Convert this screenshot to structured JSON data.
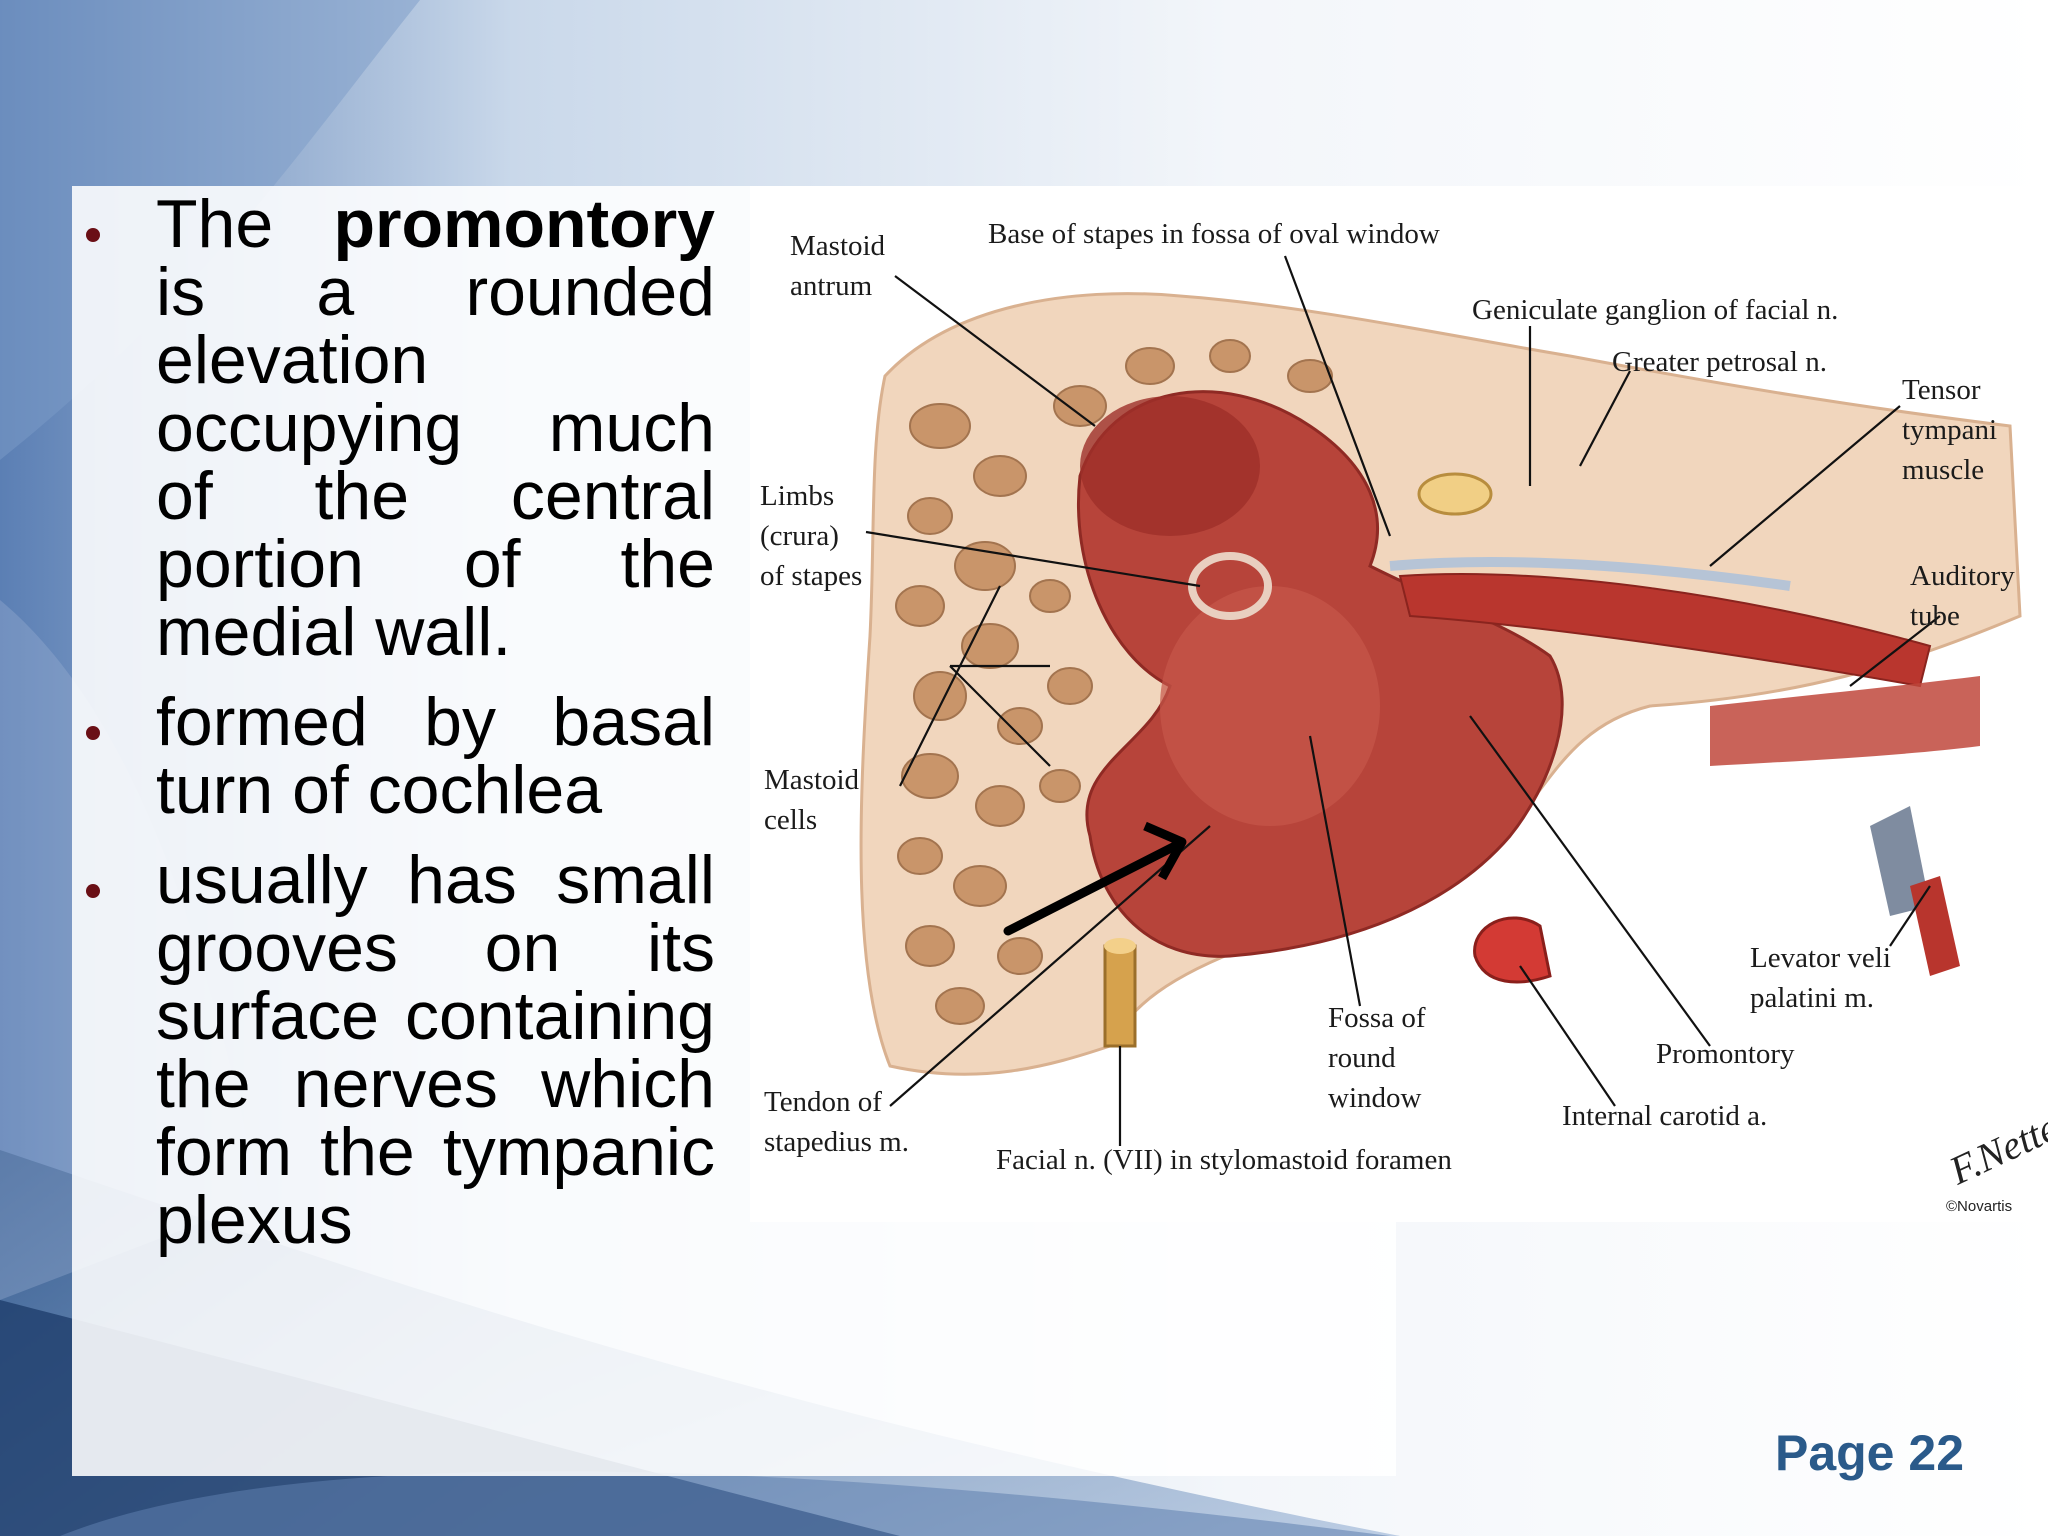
{
  "slide": {
    "bullets": [
      {
        "pre": "The ",
        "bold": "promontory",
        "post": " is a rounded elevation occupying much of the central portion of the medial wall."
      },
      {
        "pre": "formed by basal turn of cochlea",
        "bold": "",
        "post": ""
      },
      {
        "pre": "usually has small grooves on its surface containing the nerves which form the tympanic plexus",
        "bold": "",
        "post": ""
      }
    ],
    "page_label": "Page 22"
  },
  "figure": {
    "labels": {
      "mastoid_antrum": "Mastoid\nantrum",
      "base_of_stapes": "Base of stapes in fossa of oval window",
      "geniculate_ganglion": "Geniculate ganglion of facial n.",
      "greater_petrosal": "Greater petrosal n.",
      "tensor_tympani": "Tensor\ntympani\nmuscle",
      "limbs_of_stapes": "Limbs\n(crura)\nof stapes",
      "auditory_tube": "Auditory\ntube",
      "mastoid_cells": "Mastoid\ncells",
      "levator_veli": "Levator veli\npalatini m.",
      "fossa_round_window": "Fossa of\nround\nwindow",
      "promontory": "Promontory",
      "tendon_stapedius": "Tendon of\nstapedius m.",
      "internal_carotid": "Internal carotid a.",
      "facial_nerve": "Facial n. (VII) in stylomastoid foramen"
    },
    "signature": "F.Netter",
    "copyright": "©Novartis",
    "colors": {
      "bone": "#f1d6bd",
      "tissue": "#b7443a",
      "tissue_dark": "#8f2a24",
      "bullet_dot": "#6a0f16",
      "page_label": "#2a5a8a"
    }
  }
}
